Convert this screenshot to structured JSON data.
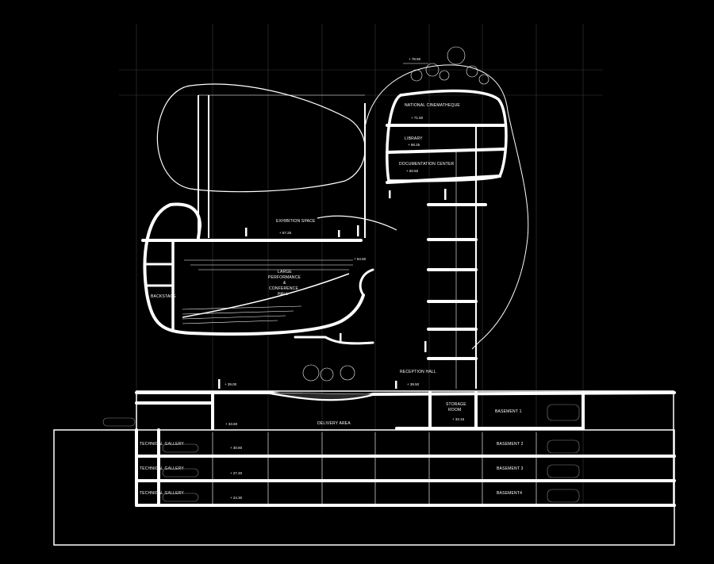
{
  "section": {
    "spaces": {
      "national_cinematheque": "NATIONAL CINEMATHEQUE",
      "library": "LIBRARY",
      "documentation_center": "DOCUMENTATION CENTER",
      "exhibition_space": "EXHIBITION SPACE",
      "large_hall_1": "LARGE",
      "large_hall_2": "PERFORMANCE",
      "large_hall_3": "&",
      "large_hall_4": "CONFERENCE",
      "large_hall_5": "HALL",
      "backstage": "BACKSTAGE",
      "reception_hall": "RECEPTION HALL",
      "delivery_area": "DELIVERY AREA",
      "storage_1": "STORAGE",
      "storage_2": "ROOM",
      "basement_1": "BASEMENT 1",
      "basement_2": "BASEMENT 2",
      "basement_3": "BASEMENT 3",
      "basement_4": "BASEMENT4",
      "technical_gallery": "TECHNICAL GALLERY"
    },
    "levels": {
      "roof": "+ 78.50",
      "cinematheque": "+ 71.50",
      "library": "+ 68.25",
      "documentation": "+ 60.50",
      "exhibition": "+ 57.25",
      "hall": "+ 54.50",
      "ground_left": "+ 39.00",
      "ground_right": "+ 38.50",
      "delivery": "+ 33.60",
      "storage": "+ 33.15",
      "b2": "+ 30.60",
      "b3": "+ 27.40",
      "b4": "+ 24.30"
    },
    "colors": {
      "background": "#000000",
      "line": "#ffffff",
      "grid": "#3a3a3a"
    }
  }
}
